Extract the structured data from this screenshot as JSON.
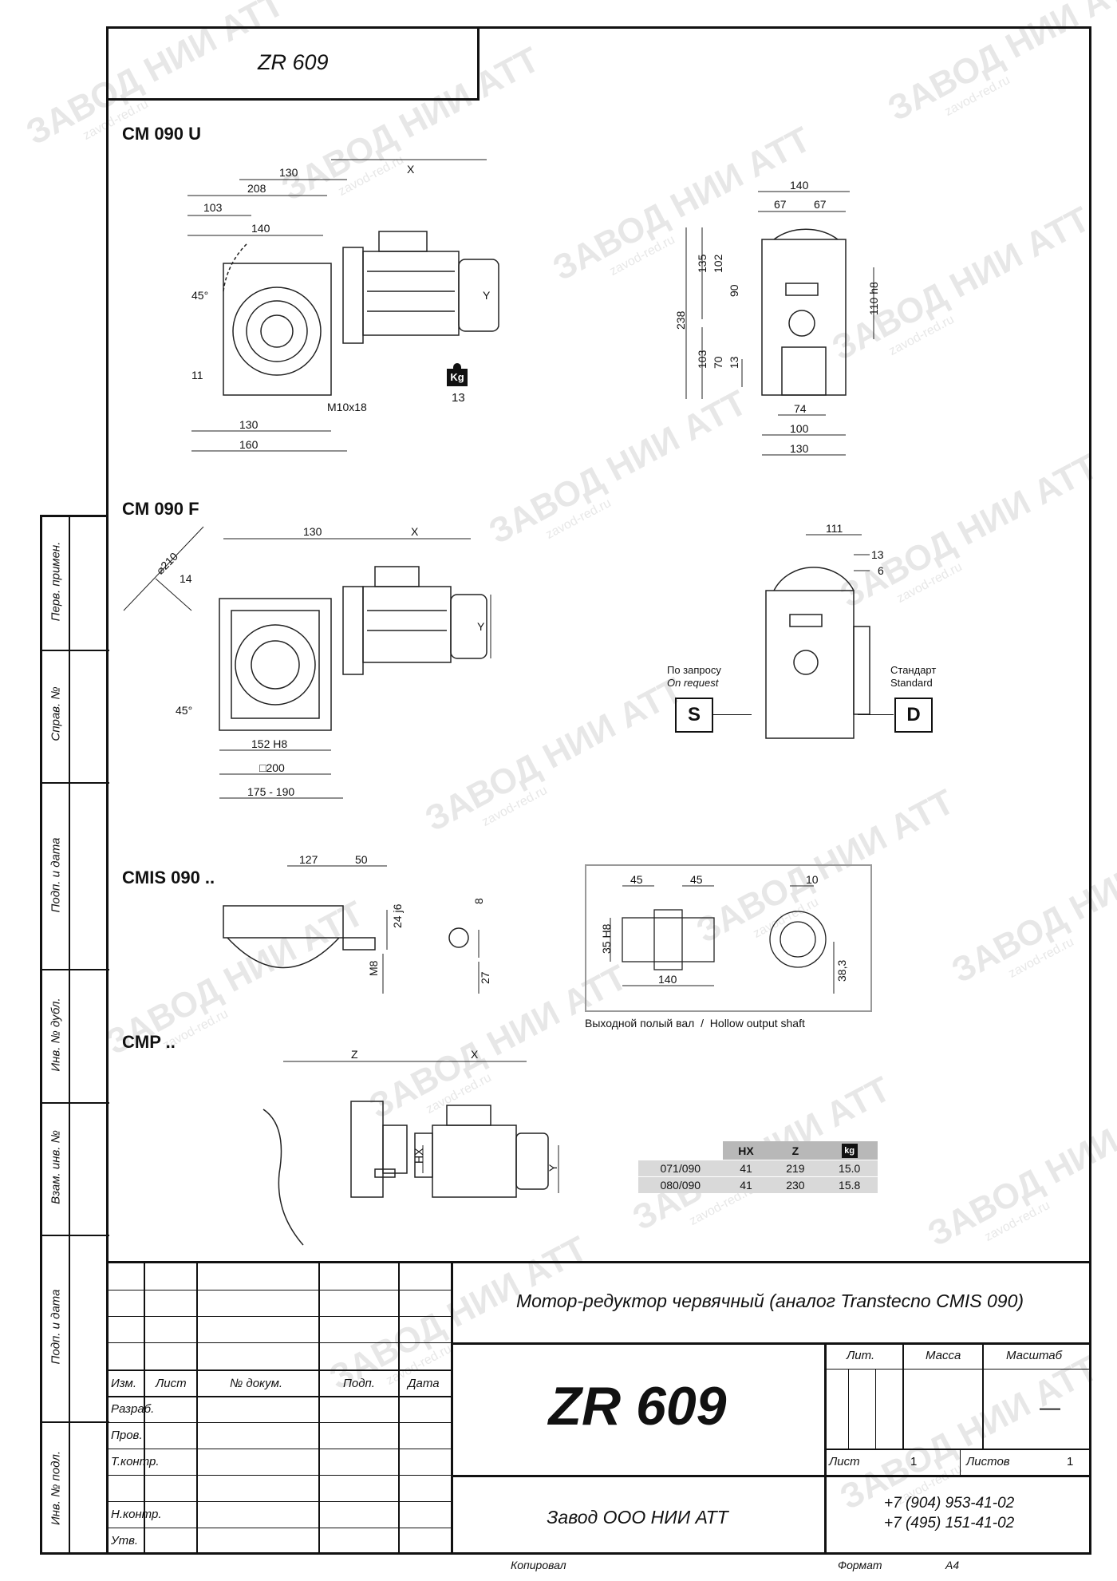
{
  "header": {
    "code": "ZR 609"
  },
  "sections": {
    "s1": "CM 090 U",
    "s2": "CM 090 F",
    "s3": "CMIS 090 ..",
    "s4": "CMP .."
  },
  "drawing_u": {
    "dims": [
      "130",
      "X",
      "208",
      "103",
      "140",
      "45°",
      "11",
      "M10x18",
      "130",
      "160",
      "Y"
    ],
    "side_dims": [
      "140",
      "67",
      "67",
      "238",
      "135",
      "102",
      "90",
      "103",
      "70",
      "13",
      "110 h8",
      "74",
      "100",
      "130"
    ],
    "weight": "13",
    "kg": "Kg"
  },
  "drawing_f": {
    "dims": [
      "130",
      "X",
      "⌀210",
      "14",
      "45°",
      "152 H8",
      "□200",
      "175 - 190",
      "Y"
    ],
    "side_dims": [
      "111",
      "13",
      "6"
    ],
    "request_ru": "По запросу",
    "request_en": "On request",
    "standard_ru": "Стандарт",
    "standard_en": "Standard",
    "s_box": "S",
    "d_box": "D"
  },
  "drawing_cmis": {
    "dims": [
      "127",
      "50",
      "24 j6",
      "M8",
      "8",
      "27"
    ],
    "hollow_dims": [
      "45",
      "45",
      "10",
      "35 H8",
      "140",
      "38,3"
    ],
    "hollow_caption": "Выходной полый вал  /  Hollow output shaft"
  },
  "drawing_cmp": {
    "dims": [
      "Z",
      "X",
      "HX",
      "Y"
    ]
  },
  "spec_table": {
    "headers": [
      "",
      "HX",
      "Z",
      "kg-icon"
    ],
    "rows": [
      [
        "071/090",
        "41",
        "219",
        "15.0"
      ],
      [
        "080/090",
        "41",
        "230",
        "15.8"
      ]
    ]
  },
  "side_stamp": [
    "Перв. примен.",
    "Справ. №",
    "Подп. и дата",
    "Инв. № дубл.",
    "Взам. инв. №",
    "Подп. и дата",
    "Инв. № подл."
  ],
  "title_block": {
    "description": "Мотор-редуктор червячный (аналог Transtecno CMIS 090)",
    "code": "ZR 609",
    "company": "Завод ООО НИИ АТТ",
    "phone1": "+7 (904) 953-41-02",
    "phone2": "+7 (495) 151-41-02",
    "lit": "Лит.",
    "mass": "Масса",
    "scale": "Масштаб",
    "scale_value": "—",
    "sheet": "Лист",
    "sheet_num": "1",
    "sheets": "Листов",
    "sheets_num": "1",
    "col_izm": "Изм.",
    "col_list": "Лист",
    "col_doc": "№ докум.",
    "col_sign": "Подп.",
    "col_date": "Дата",
    "role_razrab": "Разраб.",
    "role_prov": "Пров.",
    "role_tkontr": "Т.контр.",
    "role_nkontr": "Н.контр.",
    "role_utv": "Утв.",
    "copied": "Копировал",
    "format": "Формат",
    "format_value": "А4"
  },
  "watermark": {
    "text": "ЗАВОД НИИ АТТ",
    "site": "zavod-red.ru"
  }
}
